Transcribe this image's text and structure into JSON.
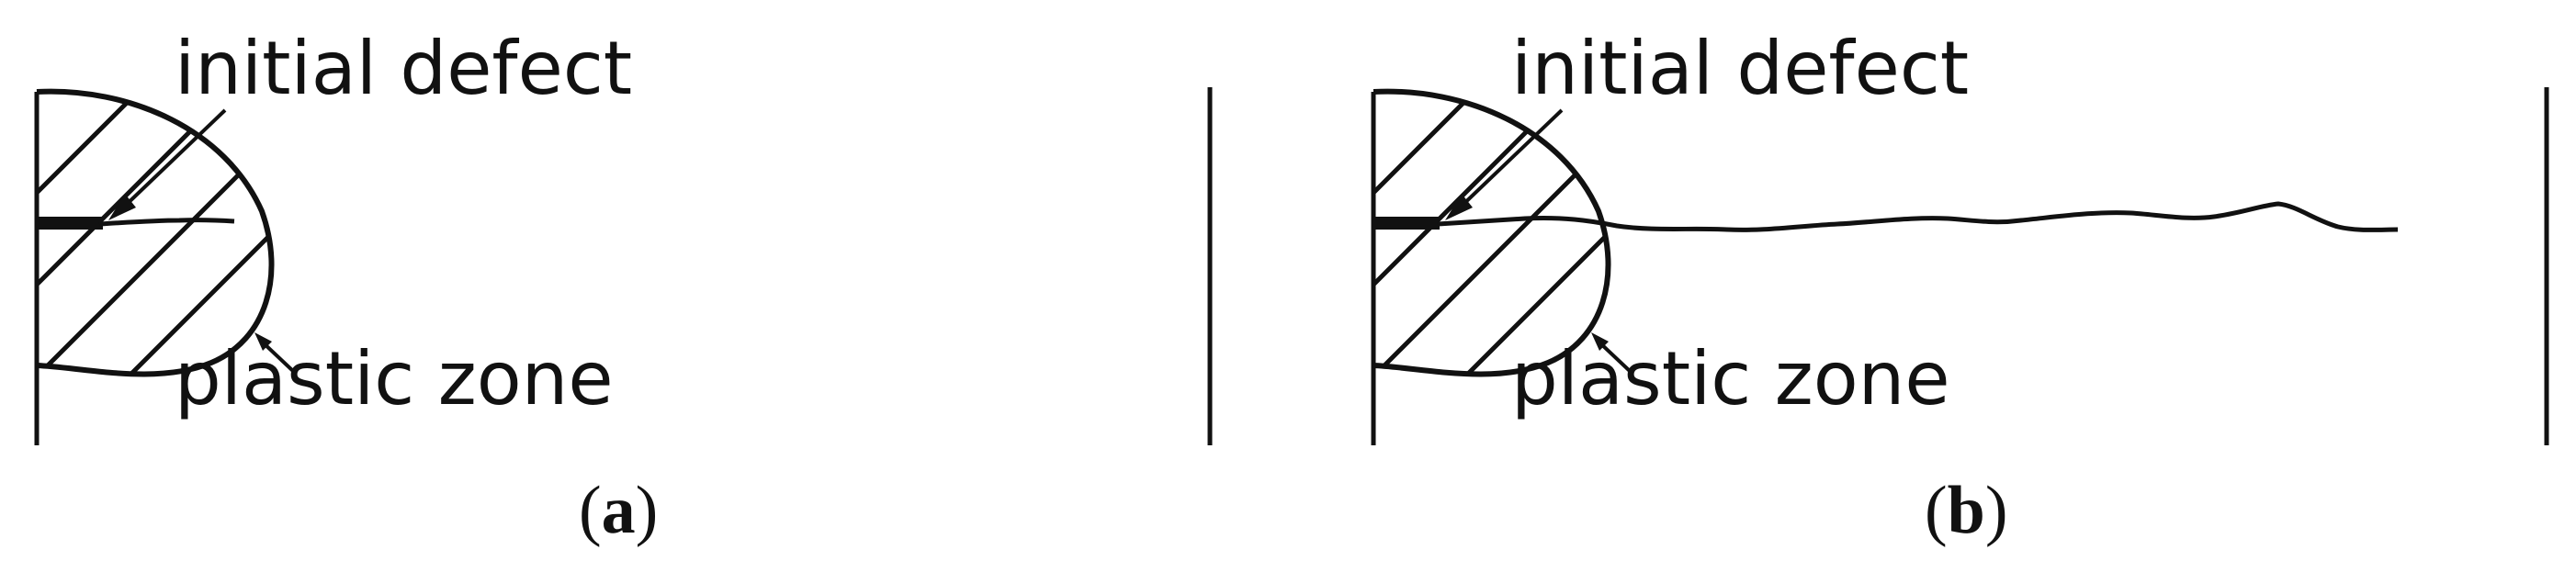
{
  "panels": [
    {
      "id": "a",
      "label_defect": "initial defect",
      "label_zone": "plastic zone",
      "caption": {
        "open": "(",
        "letter": "a",
        "close": ")"
      }
    },
    {
      "id": "b",
      "label_defect": "initial defect",
      "label_zone": "plastic zone",
      "caption": {
        "open": "(",
        "letter": "b",
        "close": ")"
      }
    }
  ],
  "colors": {
    "ink": "#111111",
    "background": "#ffffff"
  }
}
